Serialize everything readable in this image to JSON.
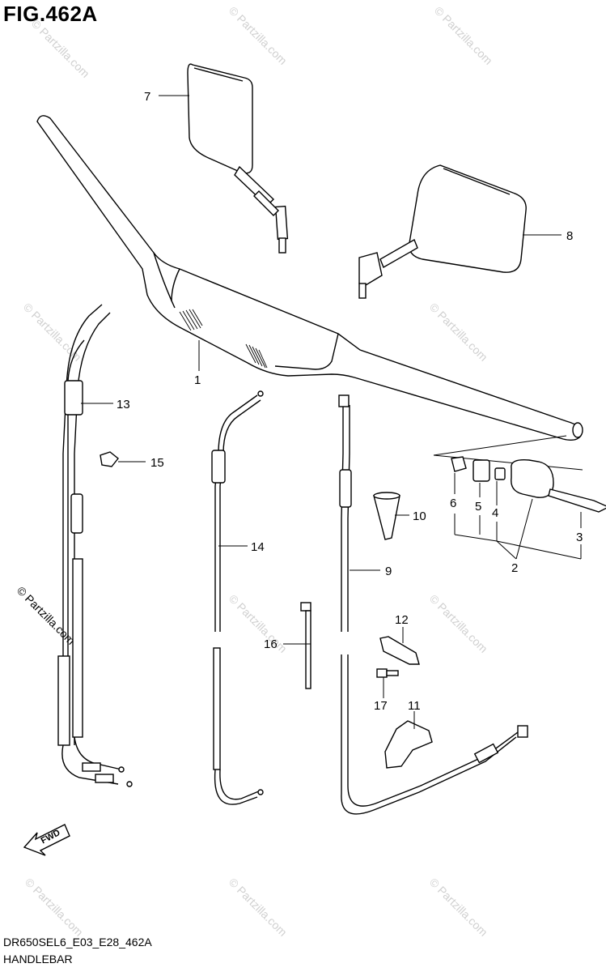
{
  "figure": {
    "title": "FIG.462A",
    "code": "DR650SEL6_E03_E28_462A",
    "name": "HANDLEBAR",
    "fwd_label": "FWD",
    "watermark": "© Partzilla.com"
  },
  "callouts": [
    {
      "id": "1"
    },
    {
      "id": "2"
    },
    {
      "id": "3"
    },
    {
      "id": "4"
    },
    {
      "id": "5"
    },
    {
      "id": "6"
    },
    {
      "id": "7"
    },
    {
      "id": "8"
    },
    {
      "id": "9"
    },
    {
      "id": "10"
    },
    {
      "id": "11"
    },
    {
      "id": "12"
    },
    {
      "id": "13"
    },
    {
      "id": "14"
    },
    {
      "id": "15"
    },
    {
      "id": "16"
    },
    {
      "id": "17"
    }
  ],
  "colors": {
    "line": "#000000",
    "watermark": "#d0d0d0",
    "background": "#ffffff"
  }
}
